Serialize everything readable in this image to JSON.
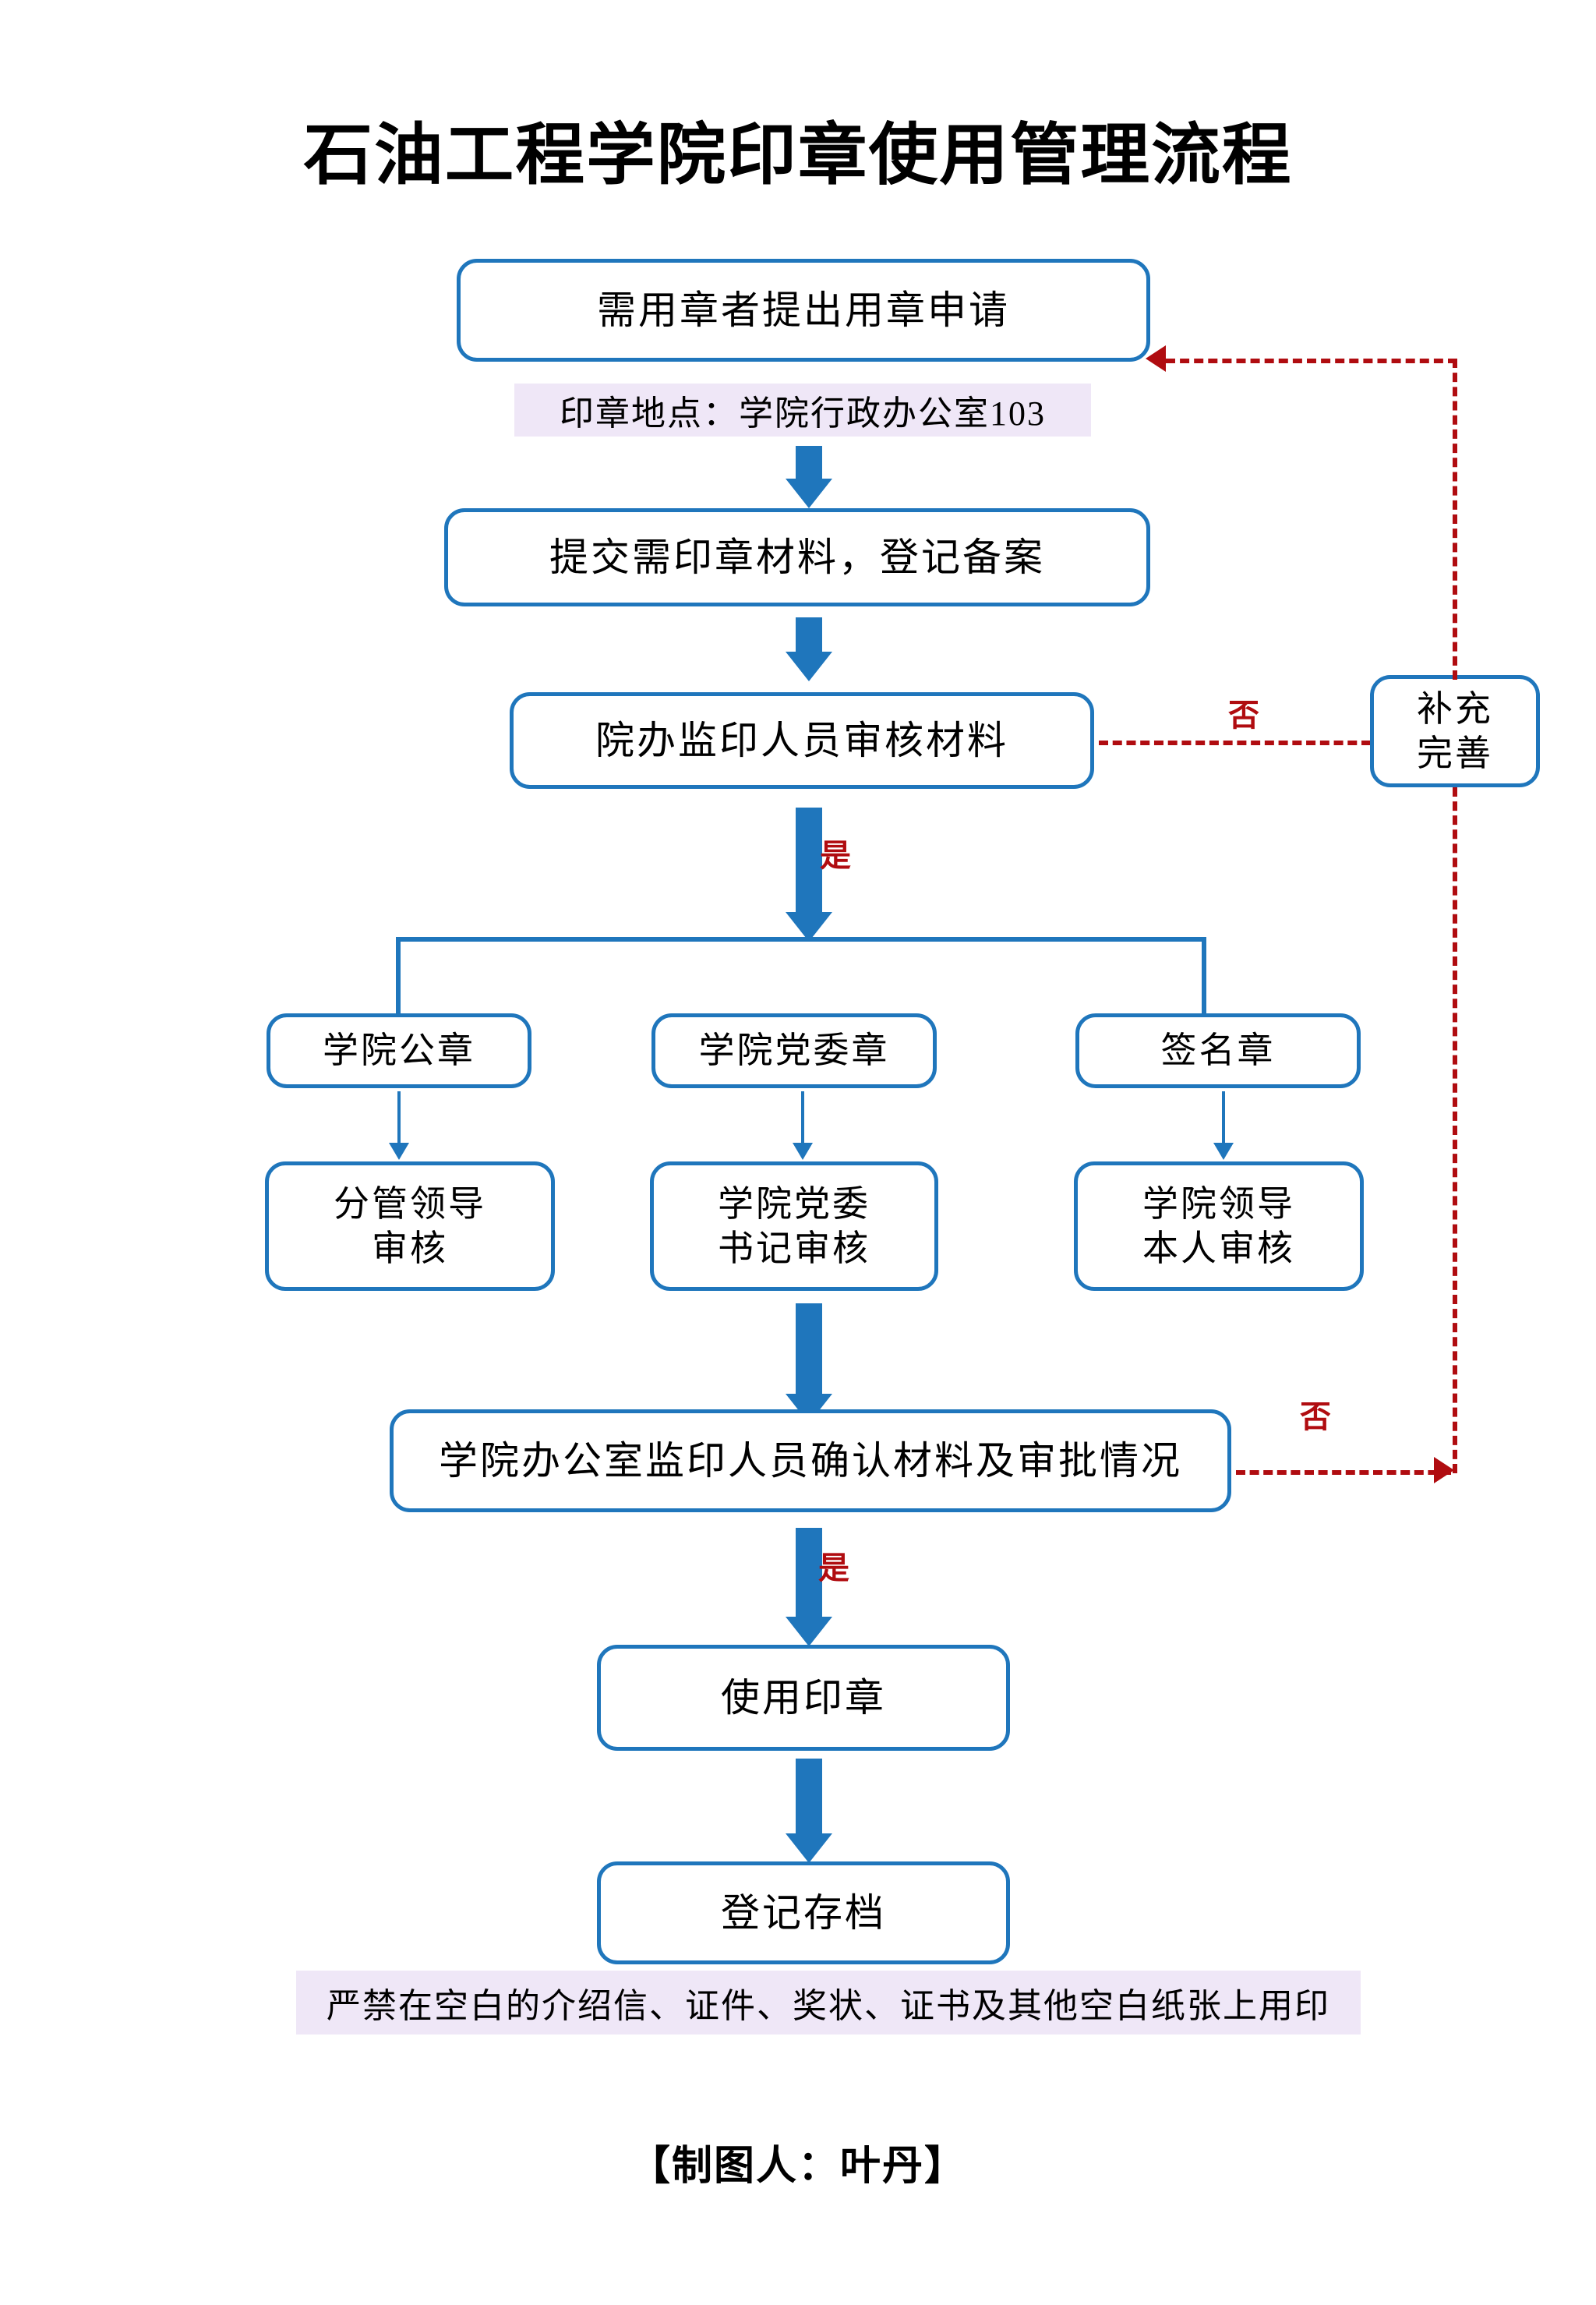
{
  "document": {
    "title": "石油工程学院印章使用管理流程",
    "credit": "【制图人：叶丹】"
  },
  "colors": {
    "box_border": "#1F76BC",
    "arrow_blue": "#1F76BC",
    "reject_red": "#B00C10",
    "note_background": "#EFE7F7",
    "page_background": "#FFFFFF"
  },
  "nodes": {
    "apply": "需用章者提出用章申请",
    "submit": "提交需印章材料，登记备案",
    "office_review": "院办监印人员审核材料",
    "supplement": "补充\n完善",
    "seal_public": "学院公章",
    "seal_party": "学院党委章",
    "seal_signature": "签名章",
    "approve_vice_leader": "分管领导\n审核",
    "approve_party_secretary": "学院党委\n书记审核",
    "approve_leader_self": "学院领导\n本人审核",
    "confirm": "学院办公室监印人员确认材料及审批情况",
    "use_seal": "使用印章",
    "archive": "登记存档"
  },
  "notes": {
    "location": "印章地点：学院行政办公室103",
    "warning": "严禁在空白的介绍信、证件、奖状、证书及其他空白纸张上用印"
  },
  "edge_labels": {
    "yes_1": "是",
    "yes_2": "是",
    "no_1": "否",
    "no_2": "否"
  }
}
